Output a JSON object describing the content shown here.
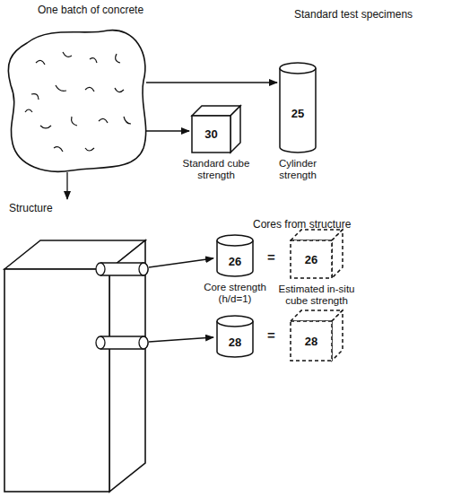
{
  "diagram": {
    "nodes": [
      {
        "text": [
          "30",
          "Standard cube strength"
        ]
      },
      {
        "text": [
          "25",
          "Cylinder strength"
        ]
      },
      {
        "text": [
          "26",
          "Core strength (h/d=1)"
        ]
      },
      {
        "text": [
          "26",
          "Estimated in-situ cube strength"
        ]
      },
      {
        "text": [
          "28"
        ]
      },
      {
        "text": [
          "28"
        ]
      }
    ],
    "labels": [
      "One batch of concrete",
      "Standard test specimens",
      "Structure",
      "Cores from structure",
      "=",
      "="
    ]
  }
}
